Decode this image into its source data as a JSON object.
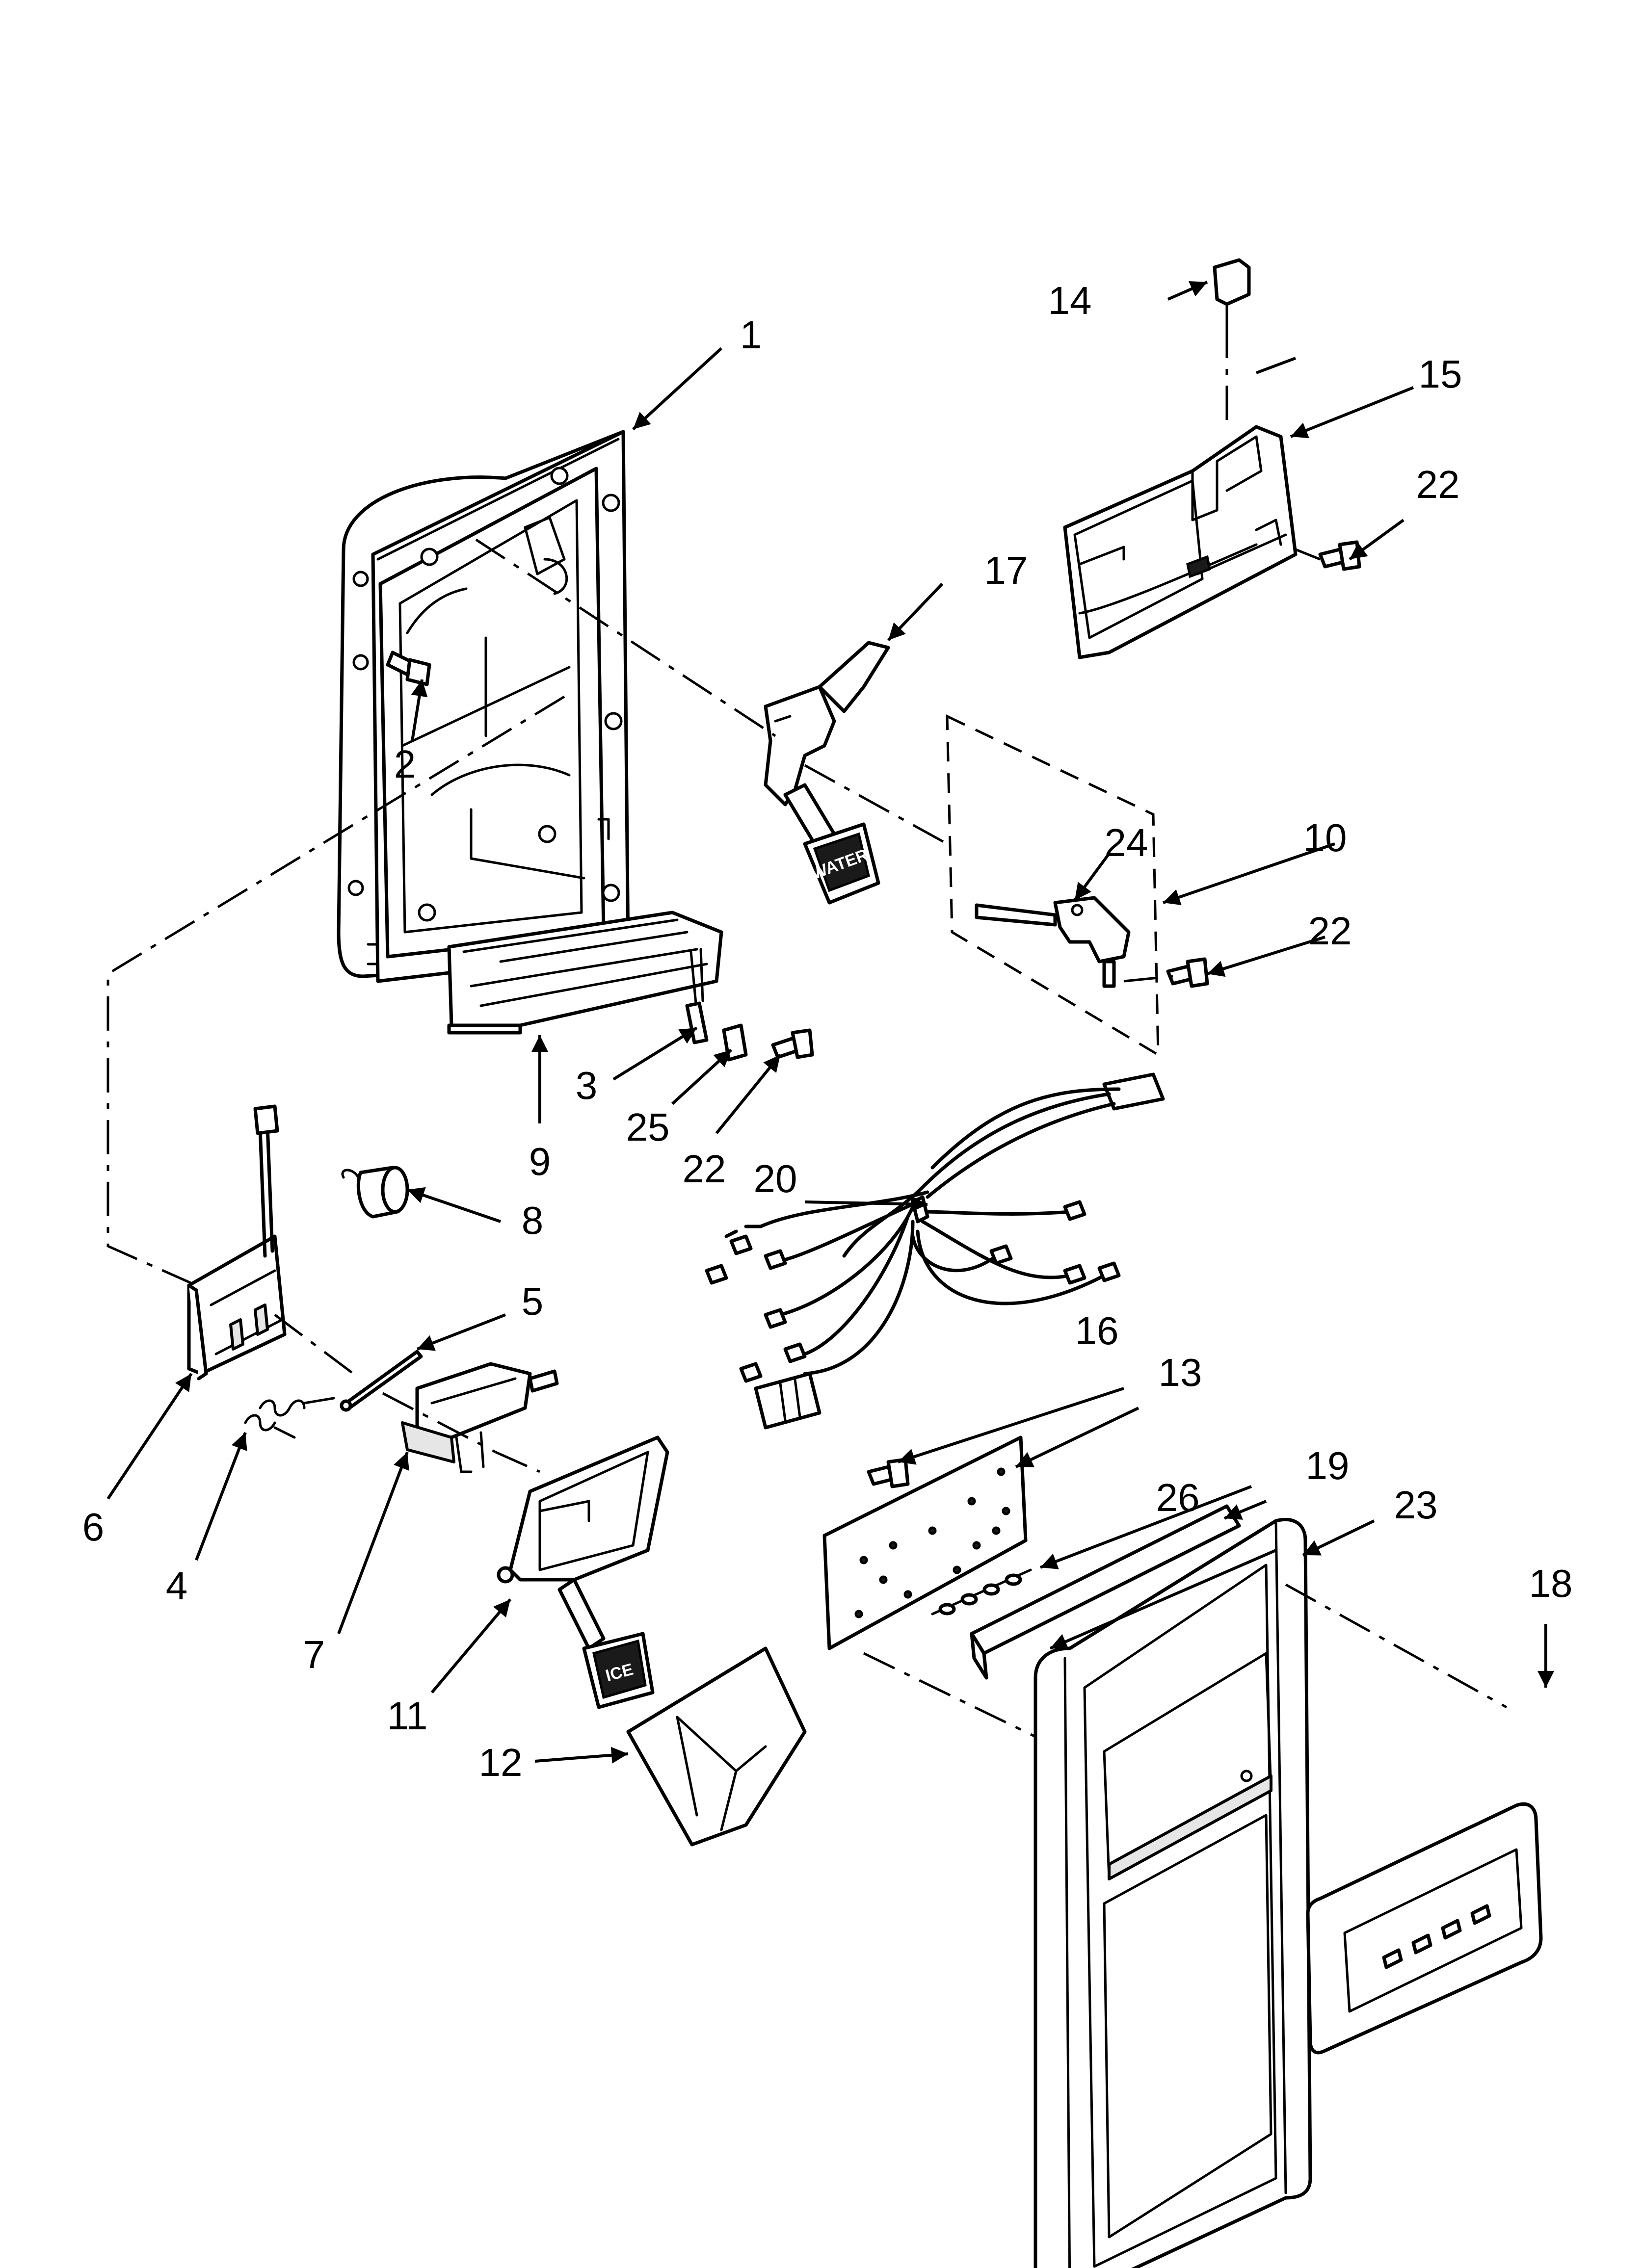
{
  "callouts": [
    {
      "id": "c1",
      "label": "1"
    },
    {
      "id": "c2",
      "label": "2"
    },
    {
      "id": "c3",
      "label": "3"
    },
    {
      "id": "c4",
      "label": "4"
    },
    {
      "id": "c5",
      "label": "5"
    },
    {
      "id": "c6",
      "label": "6"
    },
    {
      "id": "c7",
      "label": "7"
    },
    {
      "id": "c8",
      "label": "8"
    },
    {
      "id": "c9",
      "label": "9"
    },
    {
      "id": "c10",
      "label": "10"
    },
    {
      "id": "c11",
      "label": "11"
    },
    {
      "id": "c12",
      "label": "12"
    },
    {
      "id": "c13",
      "label": "13"
    },
    {
      "id": "c14",
      "label": "14"
    },
    {
      "id": "c15",
      "label": "15"
    },
    {
      "id": "c16",
      "label": "16"
    },
    {
      "id": "c17",
      "label": "17"
    },
    {
      "id": "c18",
      "label": "18"
    },
    {
      "id": "c19",
      "label": "19"
    },
    {
      "id": "c20",
      "label": "20"
    },
    {
      "id": "c22a",
      "label": "22"
    },
    {
      "id": "c22b",
      "label": "22"
    },
    {
      "id": "c22c",
      "label": "22"
    },
    {
      "id": "c23",
      "label": "23"
    },
    {
      "id": "c24",
      "label": "24"
    },
    {
      "id": "c25",
      "label": "25"
    },
    {
      "id": "c26",
      "label": "26"
    }
  ],
  "paddle_labels": {
    "water": "WATER",
    "ice": "ICE"
  }
}
